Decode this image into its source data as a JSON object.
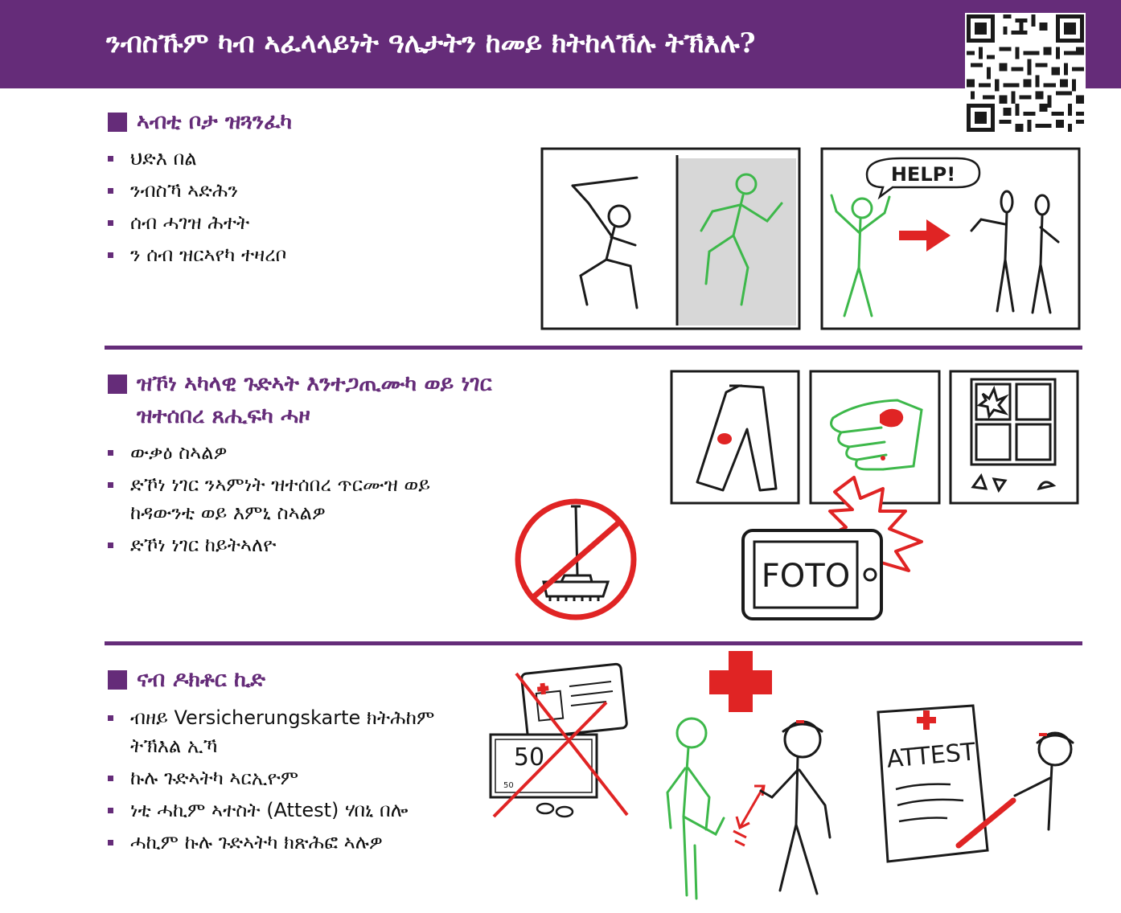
{
  "header": {
    "title": "ንብስኹም ካብ ኣፈላላይነት ዓሌታትን ከመይ ክትከላኸሉ ትኽእሉ?",
    "brand_color": "#652c79"
  },
  "section1": {
    "title": "ኣብቲ ቦታ ዝጓንፈካ",
    "items": [
      "ህድእ በል",
      "ንብስኻ ኣድሕን",
      "ሰብ ሓገዝ ሕተት",
      "ን ሰብ ዝርኣየካ ተዛረቦ"
    ],
    "help_text": "HELP!"
  },
  "section2": {
    "title_line1": "ዝኾነ ኣካላዊ ጉድኣት እንተጋጢሙካ ወይ ነገር",
    "title_line2": "ዝተሰበረ ጸሒፍካ ሓዞ",
    "items": [
      "ውቃዕ ስኣልዎ",
      "ድኾነ ነገር ንኣምነት ዝተሰበረ ጥርሙዝ ወይ  ከዳውንቲ ወይ እምኒ ስኣልዎ",
      "ድኾነ ነገር ከይትኣለዮ"
    ],
    "photo_label": "FOTO"
  },
  "section3": {
    "title": "ናብ ዶክቶር ኪድ",
    "items": [
      "ብዘይ Versicherungskarte ክትሕከም ትኽእል ኢኻ",
      "ኩሉ ጉድኣትካ ኣርኢዮም",
      "ነቲ ሓኪም ኣተስት (Attest) ሃበኒ በሎ",
      "ሓኪም ኩሉ ጉድኣትካ ክጽሕፎ ኣሉዎ"
    ],
    "money_label": "50",
    "money_small": "50",
    "attest_label": "ATTEST"
  },
  "colors": {
    "accent_red": "#e02424",
    "accent_green": "#3db84a",
    "ink": "#1a1a1a"
  }
}
